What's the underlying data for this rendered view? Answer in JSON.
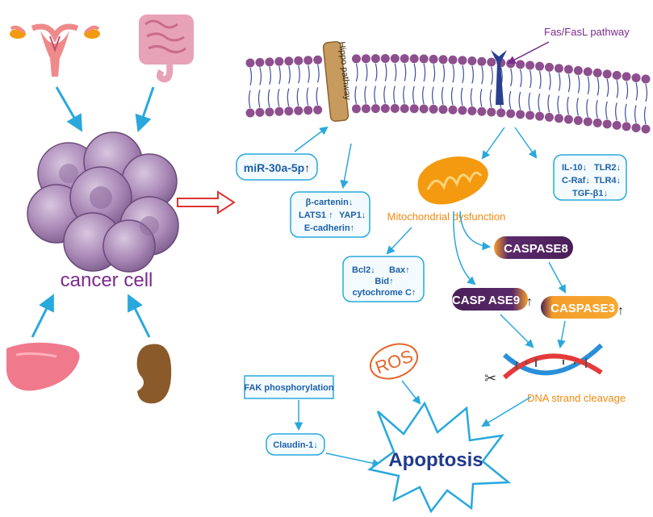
{
  "main_label": "cancer cell",
  "membrane": {
    "hippo_label": "Hippo pathway",
    "fas_label": "Fas/FasL pathway"
  },
  "mirna": {
    "name": "miR-30a-5p",
    "arrow": "↑"
  },
  "wnt_box": {
    "line1": "β-cartenin↓",
    "line2a": "LATS1 ↑",
    "line2b": "YAP1↓",
    "line3": "E-cadherin↑"
  },
  "cytokine_box": {
    "line1a": "IL-10↓",
    "line1b": "TLR2↓",
    "line2a": "C-Raf↓",
    "line2b": "TLR4↓",
    "line3": "TGF-β1↓"
  },
  "mito_label": "Mitochondrial dysfunction",
  "bcl_box": {
    "line1a": "Bcl2↓",
    "line1b": "Bax↑",
    "line2": "Bid↑",
    "line3": "cytochrome C↑"
  },
  "caspases": {
    "c8": "CASPASE8",
    "c9": "CASP ASE9",
    "c9_arrow": "↑",
    "c3": "CASPASE3",
    "c3_arrow": "↑"
  },
  "ros": "ROS",
  "dna_label": "DNA strand cleavage",
  "fak": "FAK phosphorylation",
  "claudin": "Claudin-1↓",
  "apoptosis": "Apoptosis",
  "colors": {
    "arrow": "#29a8dd",
    "box_border": "#29a8dd",
    "box_fill": "#f3fbff",
    "box_text": "#1e5fa8",
    "purple_text": "#7a2a8c",
    "membrane_head": "#8e4f8f",
    "membrane_tail": "#3b4fa0",
    "mito_fill": "#f39a10",
    "orange_text": "#f08a10",
    "caspase_dark": "#4a1f58",
    "caspase_orange": "#f49d2c",
    "ros": "#e8632a",
    "dna_red": "#e43a3a",
    "dna_blue": "#2a8fd8",
    "cell_purple": "#9b7aa8",
    "liver": "#f07a8c",
    "kidney": "#8b5a2b",
    "receptor": "#2a3f8f",
    "hippo_channel": "#c79a5e"
  }
}
